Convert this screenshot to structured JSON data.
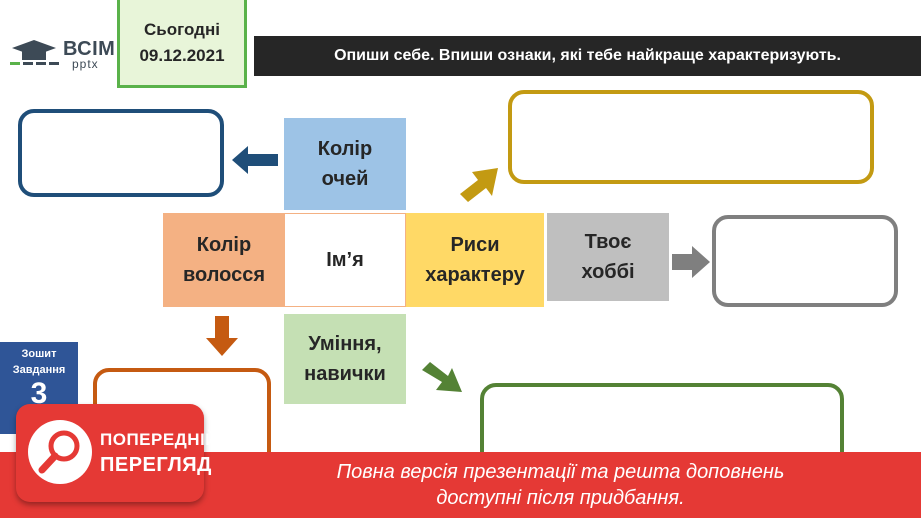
{
  "header": {
    "date_label": "Сьогодні",
    "date_value": "09.12.2021",
    "instruction": "Опиши себе. Впиши ознаки, які тебе найкраще характеризують."
  },
  "logo": {
    "main": "ВСІМ",
    "sub": "pptx"
  },
  "diagram": {
    "eye_color": [
      "Колір",
      "очей"
    ],
    "hair_color": [
      "Колір",
      "волосся"
    ],
    "name": "Ім’я",
    "character_traits": [
      "Риси",
      "характеру"
    ],
    "hobby": [
      "Твоє",
      "хоббі"
    ],
    "skills": [
      "Уміння,",
      "навички"
    ]
  },
  "notebook": {
    "line1": "Зошит",
    "line2": "Завдання",
    "number": "3"
  },
  "preview": {
    "line1": "ПОПЕРЕДНІЙ",
    "line2": "ПЕРЕГЛЯД",
    "notice_line1": "Повна версія презентації та решта доповнень",
    "notice_line2": "доступні після придбання."
  },
  "colors": {
    "blue_outline": "#1f4e79",
    "gold_outline": "#c39a12",
    "gray_outline": "#7f7f7f",
    "orange_outline": "#c55a11",
    "green_outline": "#548235",
    "eye_fill": "#9dc3e6",
    "hair_fill": "#f4b183",
    "traits_fill": "#ffd966",
    "hobby_fill": "#bfbfbf",
    "skills_fill": "#c5e0b4",
    "preview_red": "#e53935"
  }
}
